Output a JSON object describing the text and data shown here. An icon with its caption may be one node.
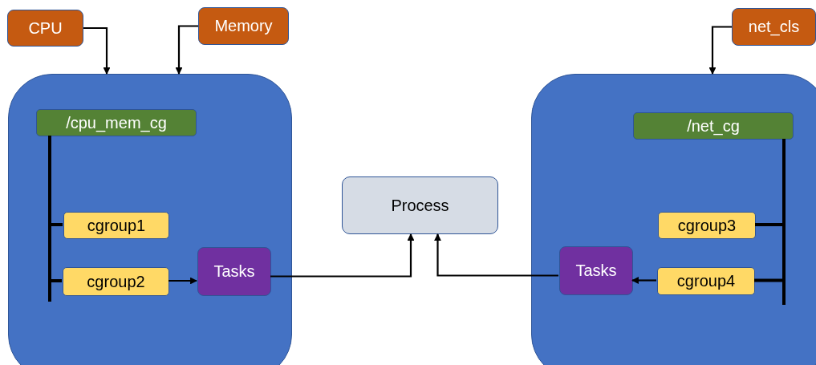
{
  "diagram": {
    "nodes": [
      {
        "text": [
          "CPU"
        ]
      },
      {
        "text": [
          "Memory"
        ]
      },
      {
        "text": [
          "net_cls"
        ]
      },
      {
        "text": [],
        "shape": "box"
      },
      {
        "text": [
          "/cpu_mem_cg"
        ],
        "in": 3
      },
      {
        "text": [
          "cgroup1"
        ],
        "in": 3
      },
      {
        "text": [
          "cgroup2"
        ],
        "in": 3
      },
      {
        "text": [
          "Tasks"
        ],
        "in": 3
      },
      {
        "text": [
          "Process"
        ]
      },
      {
        "text": [],
        "shape": "box"
      },
      {
        "text": [
          "/net_cg"
        ],
        "in": 9
      },
      {
        "text": [
          "cgroup3"
        ],
        "in": 9
      },
      {
        "text": [
          "cgroup4"
        ],
        "in": 9
      },
      {
        "text": [
          "Tasks"
        ],
        "in": 9
      }
    ],
    "edges": [
      {
        "from": 0,
        "to": 3,
        "arrow": "to"
      },
      {
        "from": 1,
        "to": 3,
        "arrow": "to"
      },
      {
        "from": 2,
        "to": 9,
        "arrow": "to"
      },
      {
        "from": 4,
        "to": 5,
        "arrow": "none",
        "style": "thick"
      },
      {
        "from": 4,
        "to": 6,
        "arrow": "none",
        "style": "thick"
      },
      {
        "from": 6,
        "to": 7,
        "arrow": "to"
      },
      {
        "from": 7,
        "to": 8,
        "arrow": "to"
      },
      {
        "from": 10,
        "to": 11,
        "arrow": "none",
        "style": "thick"
      },
      {
        "from": 10,
        "to": 12,
        "arrow": "none",
        "style": "thick"
      },
      {
        "from": 12,
        "to": 13,
        "arrow": "to"
      },
      {
        "from": 13,
        "to": 8,
        "arrow": "to"
      }
    ]
  }
}
